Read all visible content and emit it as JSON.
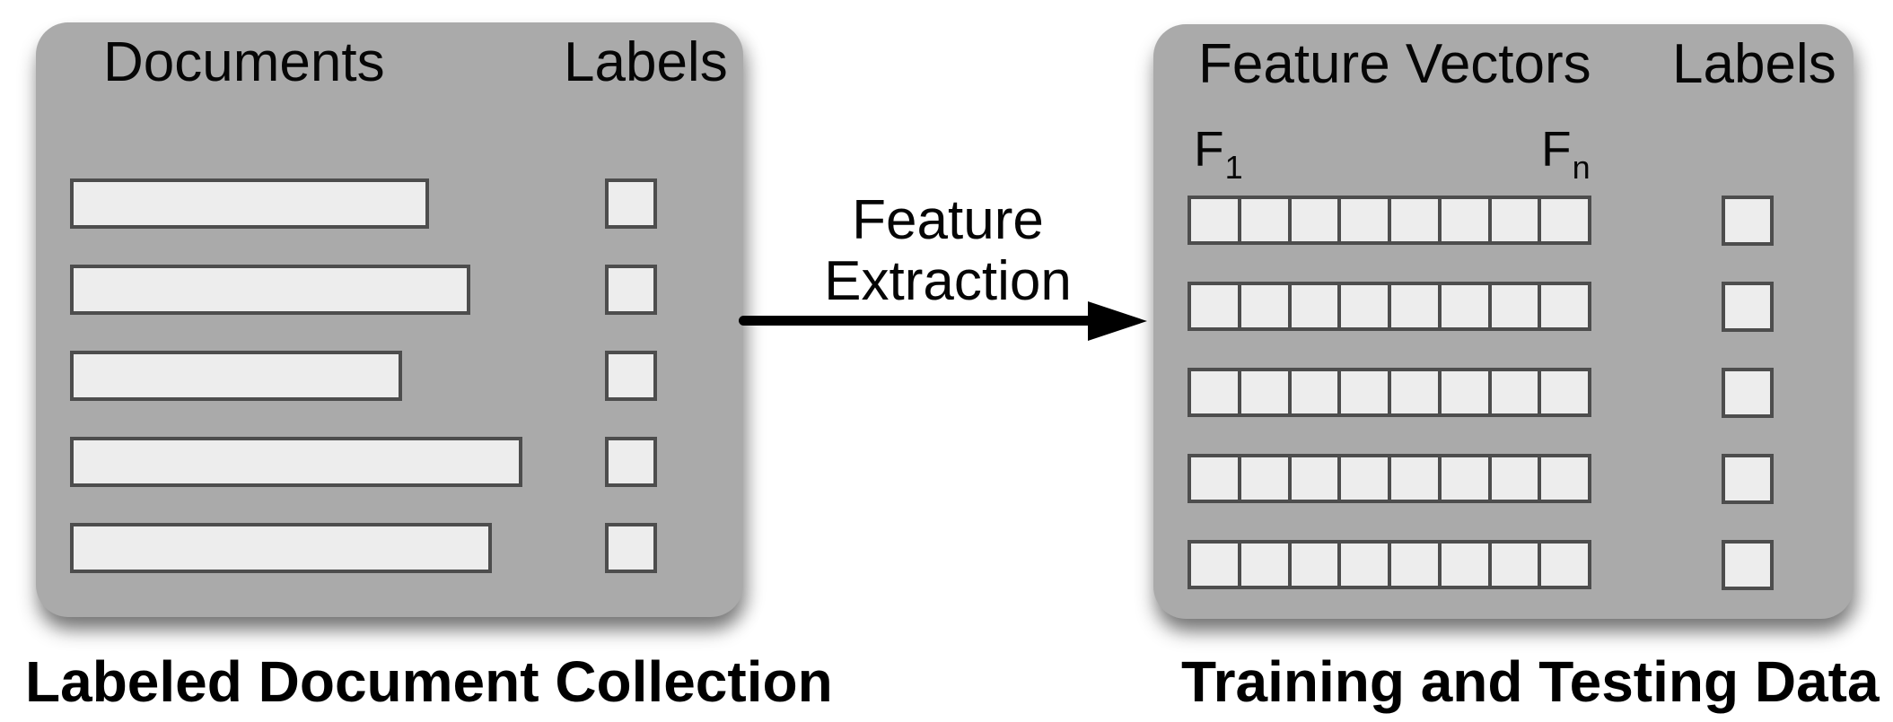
{
  "diagram": {
    "left_panel": {
      "documents_header": "Documents",
      "labels_header": "Labels",
      "caption": "Labeled Document Collection",
      "document_bar_widths": [
        400,
        446,
        370,
        504,
        470
      ],
      "label_box_count": 5
    },
    "arrow": {
      "label_line1": "Feature",
      "label_line2": "Extraction"
    },
    "right_panel": {
      "features_header": "Feature Vectors",
      "labels_header": "Labels",
      "caption": "Training and Testing Data",
      "f_first_base": "F",
      "f_first_sub": "1",
      "f_last_base": "F",
      "f_last_sub": "n",
      "vector_row_count": 5,
      "cells_per_row": 8,
      "label_box_count": 5
    },
    "colors": {
      "panel_fill": "#aaaaaa",
      "cell_fill": "#ededed",
      "cell_border": "#4d4d4d",
      "arrow": "#000000",
      "text": "#000000"
    }
  }
}
